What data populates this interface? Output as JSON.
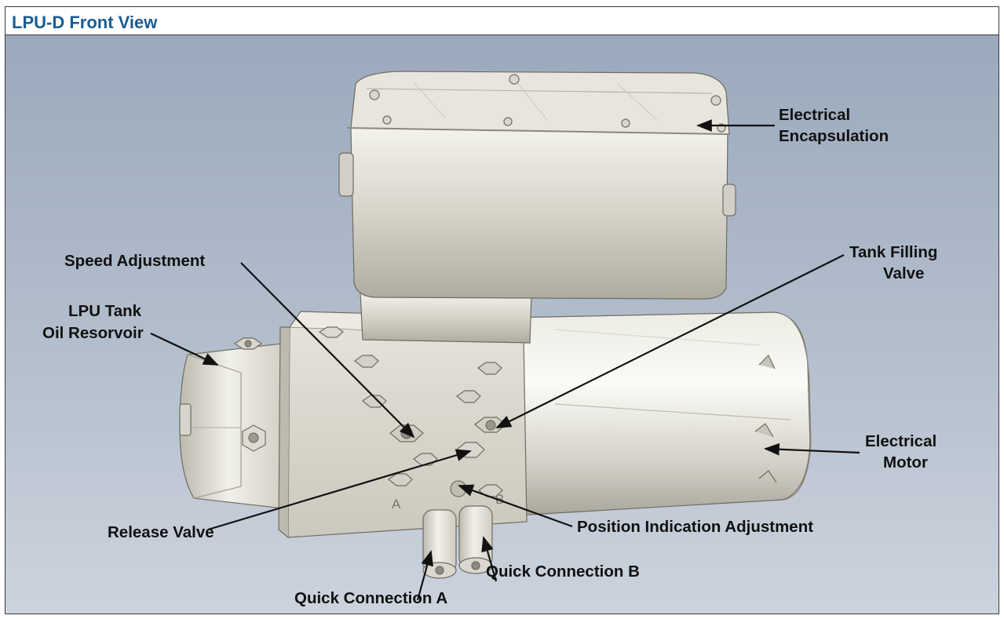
{
  "title": "LPU-D Front View",
  "labels": {
    "electrical_encapsulation": [
      "Electrical",
      "Encapsulation"
    ],
    "speed_adjustment": "Speed Adjustment",
    "tank_filling_valve": [
      "Tank Filling",
      "Valve"
    ],
    "lpu_tank": [
      "LPU Tank",
      "Oil Resorvoir"
    ],
    "electrical_motor": [
      "Electrical",
      "Motor"
    ],
    "release_valve": "Release Valve",
    "position_indication_adjustment": "Position Indication Adjustment",
    "quick_connection_b": "Quick Connection B",
    "quick_connection_a": "Quick Connection A"
  },
  "port_marks": {
    "a": "A",
    "b": "B"
  }
}
